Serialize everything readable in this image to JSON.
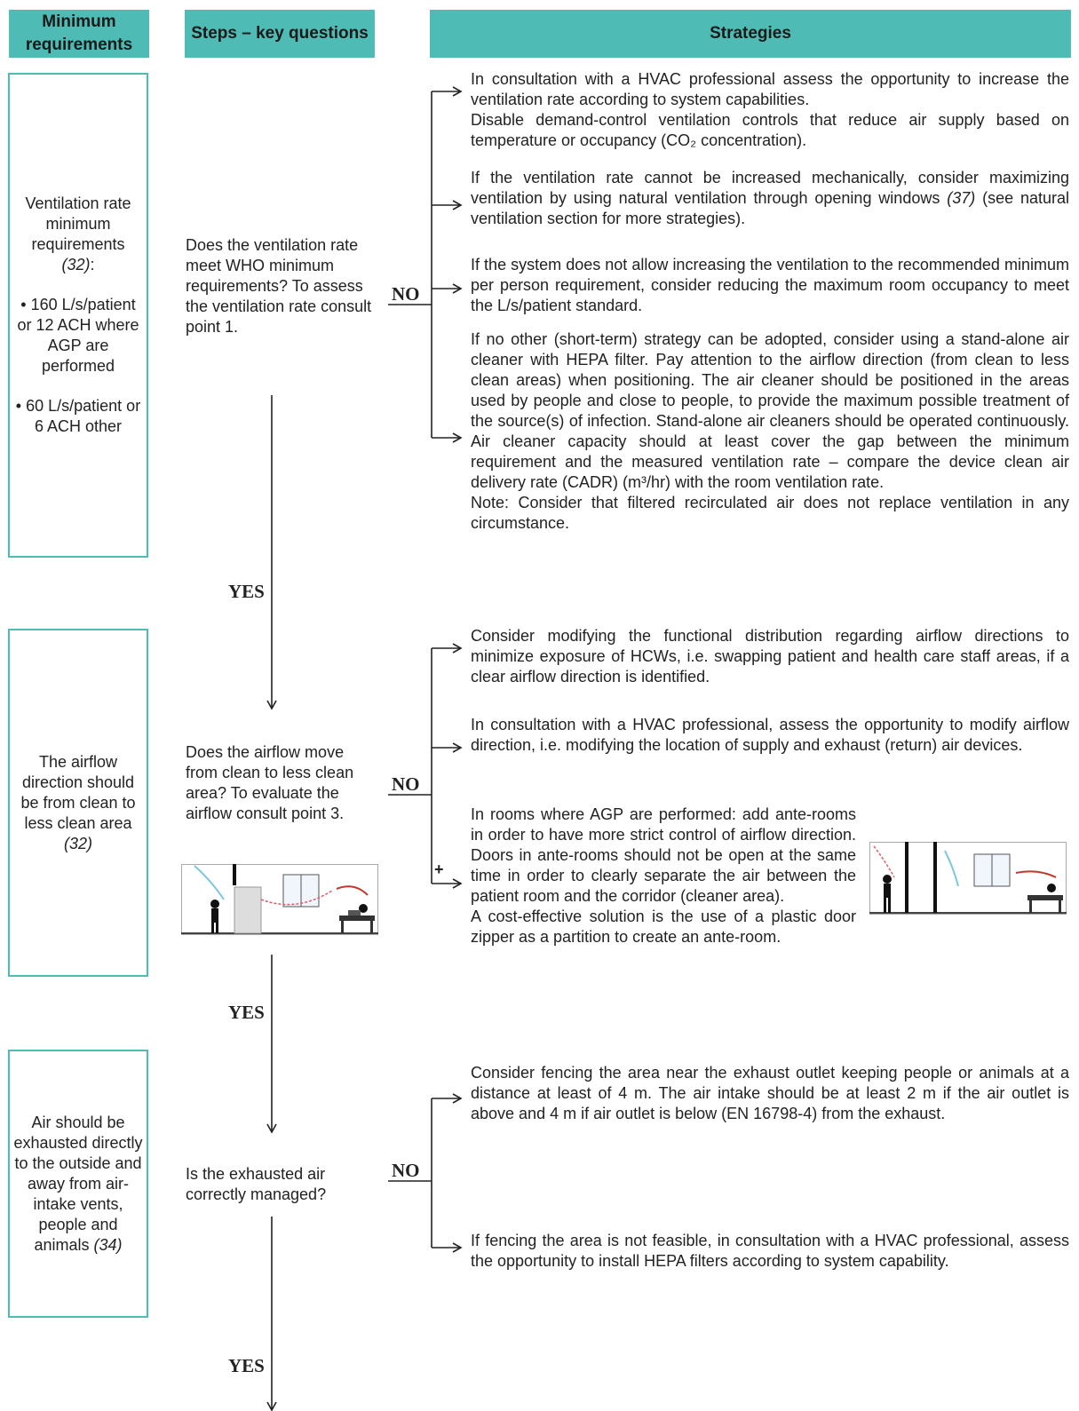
{
  "headers": {
    "minimum_requirements": "Minimum requirements",
    "steps_key_questions": "Steps – key questions",
    "strategies": "Strategies"
  },
  "requirements": {
    "ventilation": {
      "line1": "Ventilation rate minimum requirements",
      "ref": "(32)",
      "ref_suffix": ":",
      "bullet1": "• 160 L/s/patient or 12 ACH where AGP are performed",
      "bullet2": "• 60 L/s/patient or 6 ACH other"
    },
    "airflow": {
      "text": "The airflow direction should be from clean to less clean area",
      "ref": "(32)"
    },
    "exhaust": {
      "text": "Air should be exhausted directly to the outside and away from air-intake vents, people and animals",
      "ref": "(34)"
    }
  },
  "questions": {
    "q1": "Does the ventilation rate meet WHO minimum requirements? To assess the ventilation rate consult point 1.",
    "q2": "Does the airflow move from clean to less clean area? To evaluate the airflow consult point 3.",
    "q3": "Is the exhausted air correctly managed?"
  },
  "labels": {
    "no": "NO",
    "yes": "YES",
    "plus": "+"
  },
  "strategies": {
    "s1a": "In consultation with a HVAC professional assess the opportunity to increase the ventilation rate according to system capabilities.",
    "s1a2": "Disable demand-control ventilation controls that reduce air supply based on temperature or occupancy (CO₂ concentration).",
    "s1b_pre": "If the ventilation rate cannot be increased mechanically, consider maximizing ventilation by using natural ventilation through opening windows ",
    "s1b_ref": "(37)",
    "s1b_post": " (see natural ventilation section for more strategies).",
    "s1c": "If the system does not allow increasing the ventilation to the recommended minimum per person requirement, consider reducing the maximum room occupancy to meet the L/s/patient standard.",
    "s1d": "If no other (short-term) strategy can be adopted, consider using a stand-alone air cleaner with HEPA filter. Pay attention to the airflow direction (from clean to less clean areas) when positioning. The air cleaner should be positioned in the areas used by people and close to people, to provide the maximum possible treatment of the source(s) of infection. Stand-alone air cleaners should be operated continuously. Air cleaner capacity should at least cover the gap between the minimum requirement and the measured ventilation rate – compare the device clean air delivery rate (CADR) (m³/hr) with the room ventilation rate.",
    "s1d_note": "Note: Consider that filtered recirculated air does not replace ventilation in any circumstance.",
    "s2a": "Consider modifying the functional distribution regarding airflow directions to minimize exposure of HCWs, i.e. swapping patient and health care staff areas, if a clear airflow direction is identified.",
    "s2b": "In consultation with a HVAC professional, assess the opportunity to modify airflow direction, i.e. modifying the location of supply and exhaust (return) air devices.",
    "s2c": "In rooms where AGP are performed: add ante-rooms in order to have more strict control of airflow direction. Doors in ante-rooms should not be open at the same time in order to clearly separate the air between the patient room and the corridor (cleaner area).",
    "s2c2": "A cost-effective solution is the use of a plastic door zipper as a partition to create an ante-room.",
    "s3a": "Consider fencing the area near the exhaust outlet keeping people or animals at a distance at least of 4 m. The air intake should be at least 2 m if the air outlet is above and 4 m if air outlet is below (EN 16798-4) from the exhaust.",
    "s3b": "If fencing the area is not feasible, in consultation with a HVAC professional, assess the opportunity to install HEPA filters according to system capability."
  },
  "colors": {
    "teal": "#4fbbb5",
    "line": "#222222"
  }
}
